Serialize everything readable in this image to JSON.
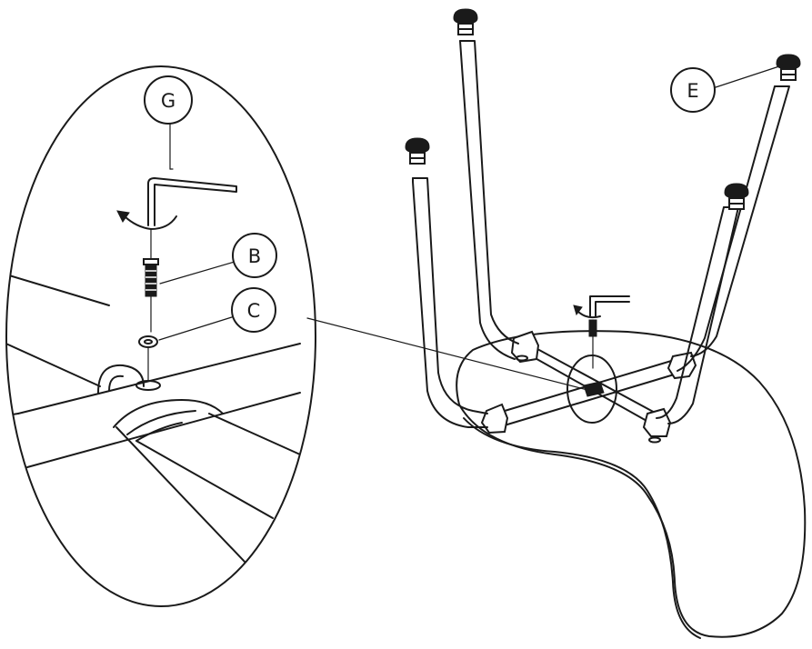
{
  "diagram": {
    "parts": [
      {
        "id": "G",
        "label": "G",
        "description": "allen-key"
      },
      {
        "id": "B",
        "label": "B",
        "description": "bolt"
      },
      {
        "id": "C",
        "label": "C",
        "description": "washer"
      },
      {
        "id": "E",
        "label": "E",
        "description": "foot-cap"
      }
    ]
  },
  "colors": {
    "line": "#1a1a1a",
    "background": "#ffffff"
  }
}
